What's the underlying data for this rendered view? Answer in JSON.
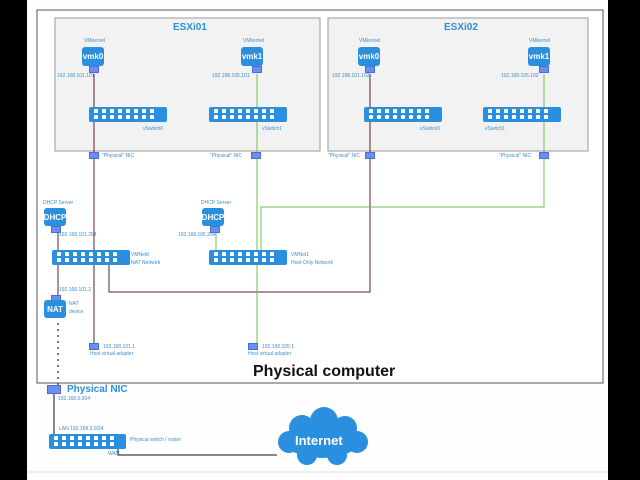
{
  "physical_computer": {
    "title": "Physical computer"
  },
  "hosts": [
    {
      "name": "ESXi01",
      "vmk0": {
        "caption": "VMkernel",
        "label": "vmk0",
        "ip": "192.168.101.101"
      },
      "vmk1": {
        "caption": "VMkernel",
        "label": "vmk1",
        "ip": "192.168.105.101"
      },
      "vswitch0": "vSwitch0",
      "vswitch1": "vSwitch1",
      "nic0_label": "\"Physical\" NIC",
      "nic1_label": "\"Physical\" NIC"
    },
    {
      "name": "ESXi02",
      "vmk0": {
        "caption": "VMkernel",
        "label": "vmk0",
        "ip": "192.168.101.102"
      },
      "vmk1": {
        "caption": "VMkernel",
        "label": "vmk1",
        "ip": "192.168.105.102"
      },
      "vswitch0": "vSwitch0",
      "vswitch1": "vSwitch1",
      "nic0_label": "\"Physical\" NIC",
      "nic1_label": "\"Physical\" NIC"
    }
  ],
  "nat_network": {
    "dhcp_caption": "DHCP Server",
    "dhcp_label": "DHCP",
    "dhcp_ip": "192.168.101.254",
    "switch_name": "VMNet8",
    "switch_desc": "NAT Network",
    "nat_ip": "192.168.101.2",
    "nat_label": "NAT",
    "nat_desc_1": "NAT",
    "nat_desc_2": "device",
    "host_adapter_ip": "192.168.101.1",
    "host_adapter_label": "Host virtual adapter"
  },
  "host_only_network": {
    "dhcp_caption": "DHCP Server",
    "dhcp_label": "DHCP",
    "dhcp_ip": "192.168.105.254",
    "switch_name": "VMNet1",
    "switch_desc": "Host-Only Network",
    "host_adapter_ip": "192.168.105.1",
    "host_adapter_label": "Host virtual adapter"
  },
  "physical": {
    "nic_label": "Physical NIC",
    "nic_ip": "192.168.0.204",
    "lan_label": "LAN 192.168.0.0/24",
    "switch_label": "Physical switch / router",
    "wan_label": "WAN",
    "internet_label": "Internet"
  },
  "colors": {
    "nat_line": "#5a1f35",
    "host_only_line": "#6cc24a",
    "device_blue": "#2b8fe0",
    "label_blue": "#3b8fd0"
  }
}
